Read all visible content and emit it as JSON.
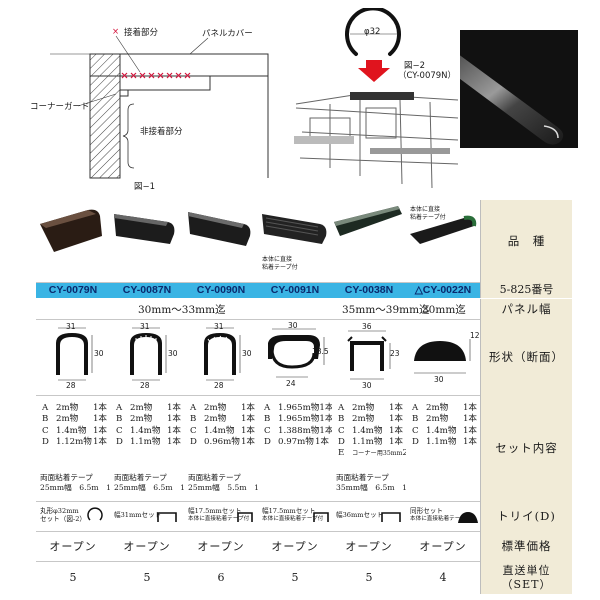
{
  "figure1": {
    "contact_mark": "×",
    "contact_label": "接着部分",
    "panel_cover_label": "パネルカバー",
    "corner_guard_label": "コーナーガード",
    "non_contact_label": "非接着部分",
    "caption": "図−1"
  },
  "figure2": {
    "diameter_label": "φ32",
    "caption_line1": "図−2",
    "caption_line2": "（CY-0079N）"
  },
  "table": {
    "labels": {
      "item": "品　種",
      "code": "5-825番号",
      "panel_width": "パネル幅",
      "shape": "形状（断面）",
      "set_contents": "セット内容",
      "tray": "トリイ(D)",
      "price": "標準価格",
      "unit_line1": "直送単位",
      "unit_line2": "（SET）"
    },
    "image_notes": {
      "p4": "本体に直接\n粘着テープ付",
      "p6": "本体に直接\n粘着テープ付"
    },
    "products": [
      {
        "code": "CY-0079N",
        "dims": [
          "31",
          "30",
          "28"
        ],
        "set": [
          [
            "A",
            "2m物",
            "1本"
          ],
          [
            "B",
            "2m物",
            "1本"
          ],
          [
            "C",
            "1.4m物",
            "1本"
          ],
          [
            "D",
            "1.12m物",
            "1本"
          ]
        ],
        "tape": [
          "両面粘着テープ",
          "25mm幅　6.5m　1本"
        ],
        "tray": [
          "丸形φ32mm",
          "セット（図-2）"
        ],
        "price": "オープン",
        "unit": "5"
      },
      {
        "code": "CY-0087N",
        "dims": [
          "31",
          "30",
          "28"
        ],
        "set": [
          [
            "A",
            "2m物",
            "1本"
          ],
          [
            "B",
            "2m物",
            "1本"
          ],
          [
            "C",
            "1.4m物",
            "1本"
          ],
          [
            "D",
            "1.1m物",
            "1本"
          ]
        ],
        "tape": [
          "両面粘着テープ",
          "25mm幅　6.5m　1本"
        ],
        "tray": [
          "幅31mmセット"
        ],
        "price": "オープン",
        "unit": "5"
      },
      {
        "code": "CY-0090N",
        "dims": [
          "31",
          "30",
          "28"
        ],
        "set": [
          [
            "A",
            "2m物",
            "1本"
          ],
          [
            "B",
            "2m物",
            "1本"
          ],
          [
            "C",
            "1.4m物",
            "1本"
          ],
          [
            "D",
            "0.96m物",
            "1本"
          ]
        ],
        "tape": [
          "両面粘着テープ",
          "25mm幅　5.5m　1本"
        ],
        "tray": [
          "幅17.5mmセット",
          "本体に直接粘着テープ付"
        ],
        "price": "オープン",
        "unit": "6"
      },
      {
        "code": "CY-0091N",
        "dims": [
          "30",
          "18.5",
          "24"
        ],
        "set": [
          [
            "A",
            "1.965m物",
            "1本"
          ],
          [
            "B",
            "1.965m物",
            "1本"
          ],
          [
            "C",
            "1.388m物",
            "1本"
          ],
          [
            "D",
            "0.97m物",
            "1本"
          ]
        ],
        "tape": [],
        "tray": [
          "幅17.5mmセット",
          "本体に直接粘着テープ付"
        ],
        "price": "オープン",
        "unit": "5"
      },
      {
        "code": "CY-0038N",
        "dims": [
          "36",
          "23",
          "30"
        ],
        "set": [
          [
            "A",
            "2m物",
            "1本"
          ],
          [
            "B",
            "2m物",
            "1本"
          ],
          [
            "C",
            "1.4m物",
            "1本"
          ],
          [
            "D",
            "1.1m物",
            "1本"
          ],
          [
            "E",
            "コーナー用35mm",
            "2個"
          ]
        ],
        "tape": [
          "両面粘着テープ",
          "35mm幅　6.5m　1本"
        ],
        "tray": [
          "幅36mmセット"
        ],
        "price": "オープン",
        "unit": "5"
      },
      {
        "code": "△CY-0022N",
        "dims": [
          "12",
          "30"
        ],
        "set": [
          [
            "A",
            "2m物",
            "1本"
          ],
          [
            "B",
            "2m物",
            "1本"
          ],
          [
            "C",
            "1.4m物",
            "1本"
          ],
          [
            "D",
            "1.1m物",
            "1本"
          ]
        ],
        "tape": [],
        "tray": [
          "同形セット",
          "本体に直接粘着テープ付"
        ],
        "price": "オープン",
        "unit": "4"
      }
    ],
    "panel_width_ranges": [
      {
        "text": "30mm〜33mm迄"
      },
      {
        "text": "35mm〜39mm迄"
      },
      {
        "text": "30mm迄"
      }
    ]
  },
  "colors": {
    "code_band": "#3ab4e4",
    "code_text": "#0a2a6e",
    "label_bg": "#f1ebd7",
    "x_marks": "#d4143c",
    "arrow": "#e0141e"
  }
}
